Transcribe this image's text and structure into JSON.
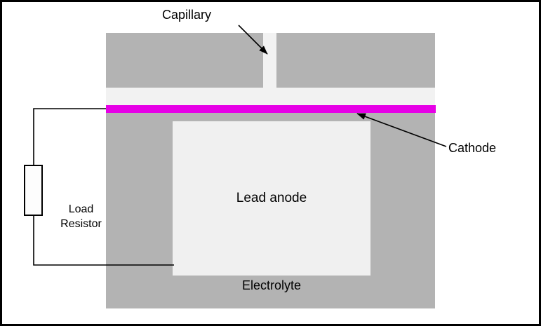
{
  "diagram": {
    "type": "electrochemical-cell-schematic",
    "labels": {
      "capillary": "Capillary",
      "cathode": "Cathode",
      "lead_anode": "Lead anode",
      "electrolyte": "Electrolyte",
      "load_resistor": "Load Resistor"
    },
    "colors": {
      "vessel_gray": "#b3b3b3",
      "headspace_fill": "#f2f2f2",
      "anode_fill": "#f0f0f0",
      "cathode_magenta": "#e600e6",
      "background": "#ffffff",
      "line": "#000000"
    }
  }
}
